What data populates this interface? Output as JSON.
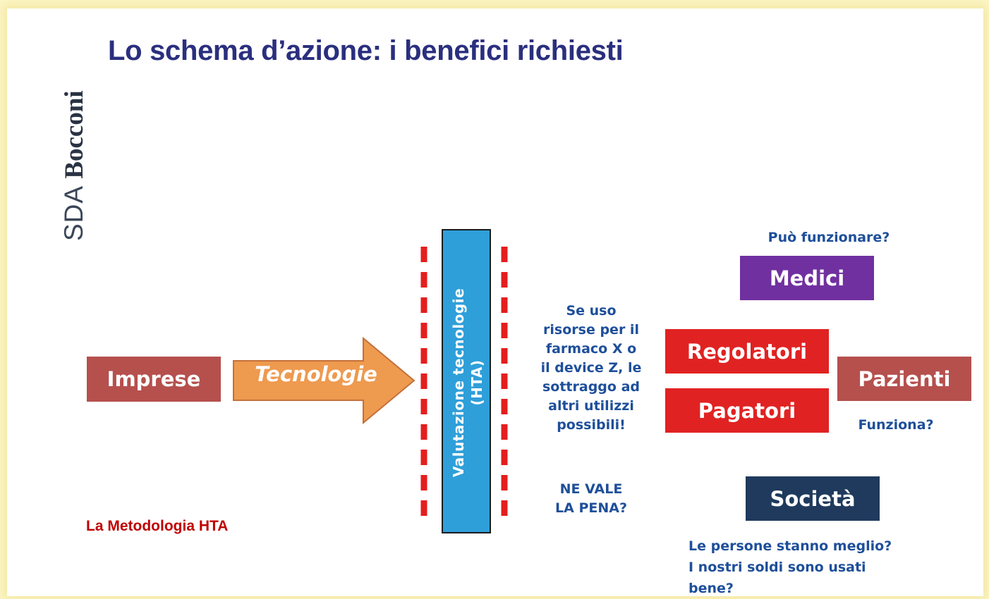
{
  "brand": {
    "prefix": "SDA",
    "name": "Bocconi"
  },
  "title": "Lo schema d’azione: i benefici richiesti",
  "diagram": {
    "imprese": "Imprese",
    "tecnologie": "Tecnologie",
    "hta_line1": "Valutazione tecnologie",
    "hta_line2": "(HTA)",
    "center_question": "Se uso risorse per il farmaco X o il device Z, le sottraggo ad altri utilizzi possibili!",
    "center_question_lines": [
      "Se uso",
      "risorse per il",
      "farmaco X o",
      "il device Z, le",
      "sottraggo ad",
      "altri utilizzi",
      "possibili!"
    ],
    "worth_lines": [
      "NE VALE",
      "LA PENA?"
    ],
    "medici_question": "Può funzionare?",
    "medici": "Medici",
    "regolatori": "Regolatori",
    "pagatori": "Pagatori",
    "pazienti": "Pazienti",
    "pazienti_question": "Funziona?",
    "societa": "Società",
    "societa_question_lines": [
      "Le persone stanno meglio?",
      "I nostri soldi sono usati",
      "bene?"
    ]
  },
  "footer_label": "La Metodologia HTA",
  "colors": {
    "title": "#2a2f7e",
    "imprese": "#b5504d",
    "arrow": "#ee9a4f",
    "hta_bar": "#2f9fd9",
    "dashes": "#e41e1e",
    "medici": "#7030a0",
    "regolatori": "#e12222",
    "pagatori": "#e12222",
    "pazienti": "#b5504d",
    "societa": "#1f3a5c",
    "blue_text": "#1e4f9a",
    "footer": "#c00000"
  }
}
